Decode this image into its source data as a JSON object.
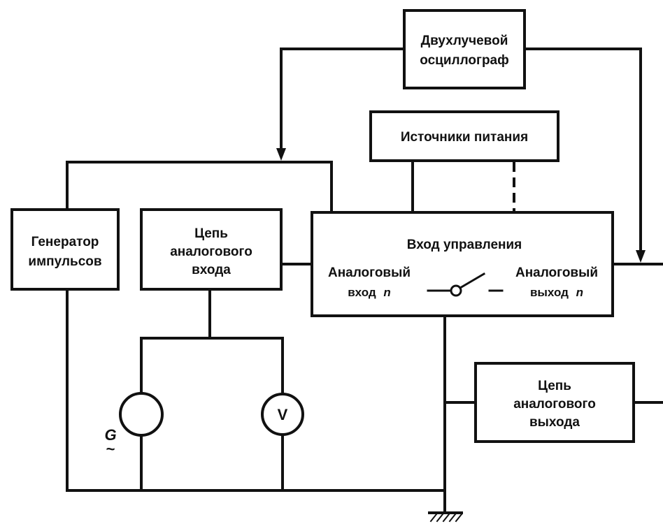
{
  "blocks": {
    "oscilloscope": {
      "line1": "Двухлучевой",
      "line2": "осциллограф"
    },
    "power_supplies": {
      "label": "Источники питания"
    },
    "pulse_generator": {
      "line1": "Генератор",
      "line2": "импульсов"
    },
    "analog_input_circuit": {
      "line1": "Цепь",
      "line2": "аналогового",
      "line3": "входа"
    },
    "device": {
      "control_input": "Вход управления",
      "input_line1": "Аналоговый",
      "input_line2": "вход",
      "input_n": "n",
      "output_line1": "Аналоговый",
      "output_line2": "выход",
      "output_n": "n"
    },
    "analog_output_circuit": {
      "line1": "Цепь",
      "line2": "аналогового",
      "line3": "выхода"
    }
  },
  "symbols": {
    "generator_label": "G",
    "generator_tilde": "~",
    "voltmeter_label": "V"
  }
}
